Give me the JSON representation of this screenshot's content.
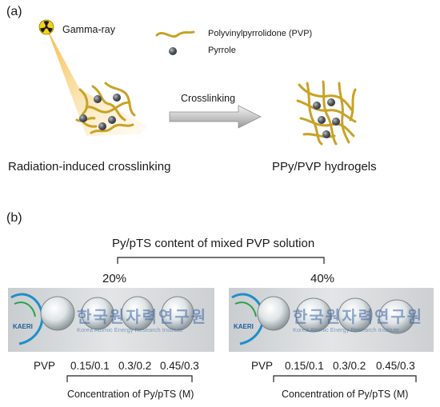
{
  "panel_a": {
    "label": "(a)",
    "gamma_label": "Gamma-ray",
    "legend": {
      "pvp_label": "Polyvinylpyrrolidone (PVP)",
      "pyrrole_label": "Pyrrole"
    },
    "arrow_label": "Crosslinking",
    "left_caption": "Radiation-induced crosslinking",
    "right_caption": "PPy/PVP hydrogels",
    "colors": {
      "pvp_chain": "#c9a227",
      "pyrrole": "#555a60",
      "beam": "#f6c34a",
      "arrow": "#bfbfbf"
    }
  },
  "panel_b": {
    "label": "(b)",
    "title": "Py/pTS content of mixed PVP solution",
    "group_left": "20%",
    "group_right": "40%",
    "left_photo": {
      "logo_text": "KAERI",
      "watermark_korean": "한국원자력연구원",
      "watermark_english": "Korea Atomic Energy Research Institute"
    },
    "right_photo": {
      "logo_text": "KAERI",
      "watermark_korean": "한국원자력연구원",
      "watermark_english": "Korea Atomic Energy Research Institute"
    },
    "sample_labels_left": [
      "PVP",
      "0.15/0.1",
      "0.3/0.2",
      "0.45/0.3"
    ],
    "sample_labels_right": [
      "PVP",
      "0.15/0.1",
      "0.3/0.2",
      "0.45/0.3"
    ],
    "concentration_label_left": "Concentration of Py/pTS (M)",
    "concentration_label_right": "Concentration of Py/pTS (M)"
  }
}
